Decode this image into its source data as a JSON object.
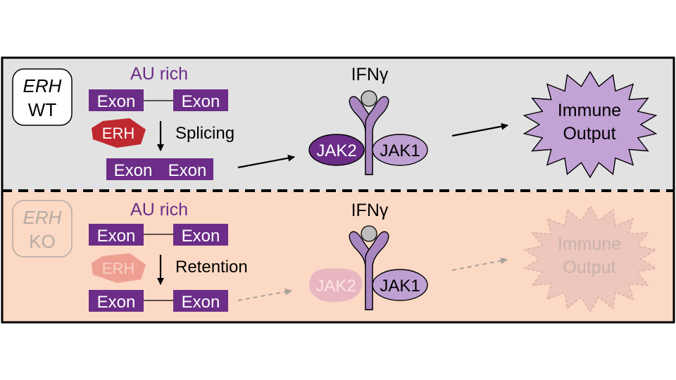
{
  "top_panel": {
    "badge": {
      "gene": "ERH",
      "status": "WT"
    },
    "au_label": "AU rich",
    "exon_left": "Exon",
    "exon_right": "Exon",
    "protein": "ERH",
    "process": "Splicing",
    "spliced_left": "Exon",
    "spliced_right": "Exon",
    "ligand": "IFNγ",
    "jak_left": "JAK2",
    "jak_right": "JAK1",
    "output_line1": "Immune",
    "output_line2": "Output"
  },
  "bottom_panel": {
    "badge": {
      "gene": "ERH",
      "status": "KO"
    },
    "au_label": "AU rich",
    "exon_left": "Exon",
    "exon_right": "Exon",
    "protein": "ERH",
    "process": "Retention",
    "retained_left": "Exon",
    "retained_right": "Exon",
    "ligand": "IFNγ",
    "jak_left": "JAK2",
    "jak_right": "JAK1",
    "output_line1": "Immune",
    "output_line2": "Output"
  },
  "colors": {
    "top_background": "#e2e2e2",
    "bottom_background": "#fcd9c4",
    "exon": "#6b2d88",
    "au_text": "#6b2d88",
    "erh_protein": "#c0282f",
    "erh_faded": "#ee9f91",
    "receptor": "#a986c0",
    "jak2": "#6b2d88",
    "jak1": "#bfa0d2",
    "immune_output": "#c3a2d6",
    "immune_output_faded": "#edc6bc"
  }
}
